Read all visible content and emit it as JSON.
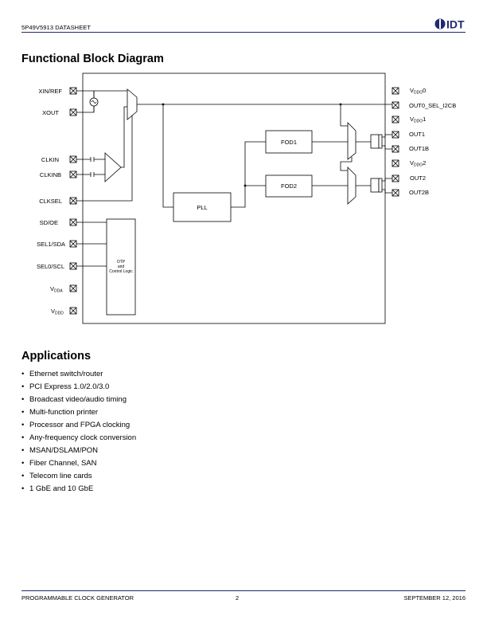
{
  "header": {
    "doc_id": "5P49V5913  DATASHEET",
    "logo_text": "IDT",
    "logo_color": "#1f2a6e"
  },
  "sections": {
    "block_diagram_title": "Functional Block Diagram",
    "applications_title": "Applications"
  },
  "diagram": {
    "left_pins": {
      "xin": "XIN/REF",
      "xout": "XOUT",
      "clkin": "CLKIN",
      "clkinb": "CLKINB",
      "clksel": "CLKSEL",
      "sdoe": "SD/OE",
      "sel1": "SEL1/SDA",
      "sel0": "SEL0/SCL",
      "vdda_main": "V",
      "vdda_sub": "DDA",
      "vddd_main": "V",
      "vddd_sub": "DDD"
    },
    "right_pins": {
      "vddo0_main": "V",
      "vddo0_sub": "DDO",
      "vddo0_idx": "0",
      "out0sel": "OUT0_SEL_I2CB",
      "vddo1_main": "V",
      "vddo1_sub": "DDO",
      "vddo1_idx": "1",
      "out1": "OUT1",
      "out1b": "OUT1B",
      "vddo2_main": "V",
      "vddo2_sub": "DDO",
      "vddo2_idx": "2",
      "out2": "OUT2",
      "out2b": "OUT2B"
    },
    "blocks": {
      "pll": "PLL",
      "fod1": "FOD1",
      "fod2": "FOD2",
      "otp_line1": "OTP",
      "otp_line2": "and",
      "otp_line3": "Control Logic"
    }
  },
  "applications": [
    "Ethernet switch/router",
    "PCI Express 1.0/2.0/3.0",
    "Broadcast video/audio timing",
    "Multi-function printer",
    "Processor and FPGA clocking",
    "Any-frequency clock conversion",
    "MSAN/DSLAM/PON",
    "Fiber Channel, SAN",
    "Telecom line cards",
    "1 GbE and 10 GbE"
  ],
  "bullet_char": "•",
  "footer": {
    "left": "PROGRAMMABLE CLOCK GENERATOR",
    "page": "2",
    "date": "SEPTEMBER 12, 2016"
  }
}
